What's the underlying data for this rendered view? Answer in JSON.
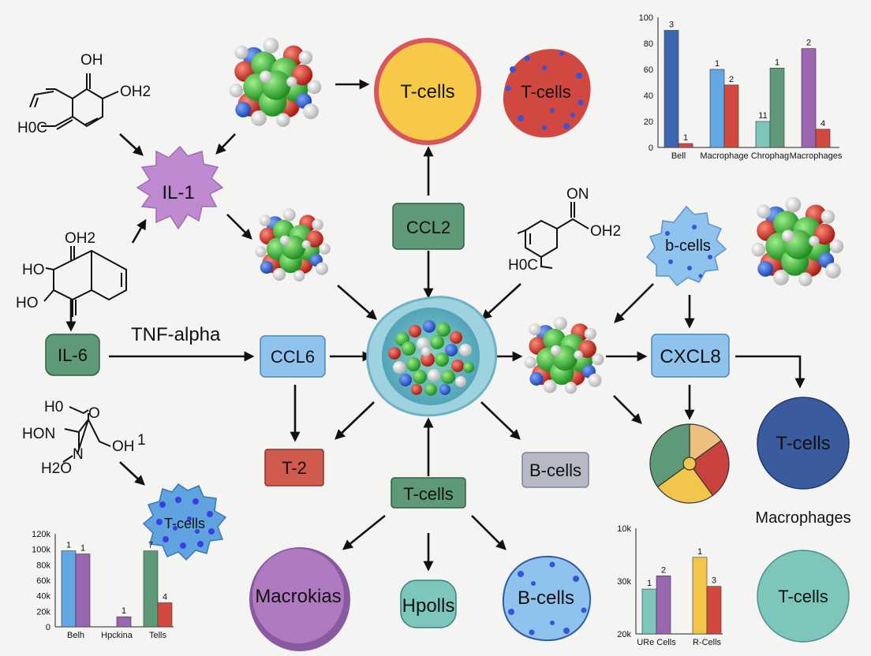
{
  "nodes": {
    "il1": "IL-1",
    "t_cells_yellow": "T-cells",
    "t_cells_red": "T-cells",
    "ccl2": "CCL2",
    "b_cells_top": "b-cells",
    "il6": "IL-6",
    "tnf_alpha": "TNF-alpha",
    "ccl6": "CCL6",
    "cxcl8": "CXCL8",
    "t2": "T-2",
    "b_cells_grey": "B-cells",
    "t_cells_green": "T-cells",
    "t_cells_navy": "T-cells",
    "macrophages": "Macrophages",
    "t_cells_teal": "T-cells",
    "t_cells_blob": "T-cells",
    "macrokias": "Macrokias",
    "hpolls": "Hpolls",
    "b_cells_bottom": "B-cells"
  },
  "molecules": {
    "m1": {
      "oh": "OH",
      "oh2": "OH2",
      "h0c": "H0C"
    },
    "m2": {
      "oh2": "OH2",
      "ho1": "HO",
      "ho2": "HO"
    },
    "m3": {
      "on": "ON",
      "oh2": "OH2",
      "h0c": "H0C"
    },
    "m4": {
      "h0": "H0",
      "o": "O",
      "hon": "HON",
      "n": "N",
      "oh1": "OH",
      "sup": "1",
      "h2o": "H2O"
    }
  },
  "colors": {
    "il1": "#c08ad0",
    "yellow_cell": "#f7c948",
    "red_cell": "#d0483f",
    "green_box": "#5f9a78",
    "blue_box": "#8fc3ee",
    "red_box": "#d05a4e",
    "grey_box": "#b7b9c7",
    "navy": "#3b5b9f",
    "teal": "#7cc6bb",
    "purple": "#b07ac0",
    "blue_dot_cell": "#5fa3e0",
    "atom_green": "#3fbf3a",
    "atom_red": "#d93b2c",
    "atom_white": "#f2f2f2",
    "atom_blue": "#2e66d8"
  },
  "chart_data": [
    {
      "type": "bar",
      "categories": [
        "Bell",
        "Macrophage",
        "Chrophag",
        "Macrophages"
      ],
      "series": [
        {
          "values": [
            90,
            60,
            20,
            76
          ]
        },
        {
          "values": [
            3,
            48,
            61,
            14
          ]
        }
      ],
      "data_labels": [
        [
          "3",
          "1",
          "11",
          "2"
        ],
        [
          "1",
          "2",
          "1",
          "4"
        ]
      ],
      "ylim": [
        0,
        100
      ],
      "yticks": [
        "0",
        "20",
        "40",
        "60",
        "80",
        "100"
      ],
      "colors": [
        [
          "#3d66b0",
          "#63a7e4",
          "#7cc6bb",
          "#9a66b0"
        ],
        [
          "#d24a3f",
          "#d24a3f",
          "#5f9a78",
          "#d24a3f"
        ]
      ]
    },
    {
      "type": "bar",
      "categories": [
        "Belh",
        "Hpckina",
        "Tells"
      ],
      "series": [
        {
          "values": [
            98,
            0,
            98
          ]
        },
        {
          "values": [
            94,
            13,
            31
          ]
        }
      ],
      "data_labels": [
        [
          "1",
          "",
          "7"
        ],
        [
          "1",
          "1",
          "4"
        ]
      ],
      "ylim": [
        0,
        120
      ],
      "yticks": [
        "0",
        "20k",
        "40k",
        "60k",
        "80k",
        "100k",
        "120k"
      ],
      "colors": [
        [
          "#63a7e4",
          "#9a66b0",
          "#5f9a78"
        ],
        [
          "#9a66b0",
          "#9a66b0",
          "#d24a3f"
        ]
      ]
    },
    {
      "type": "bar",
      "categories": [
        "URe Cells",
        "R-Cells"
      ],
      "series": [
        {
          "values": [
            17,
            29
          ]
        },
        {
          "values": [
            22,
            18
          ]
        }
      ],
      "data_labels": [
        [
          "1",
          "1"
        ],
        [
          "2",
          "3"
        ]
      ],
      "ylim": [
        0,
        40
      ],
      "yticks": [
        "20k",
        "30k",
        "10k"
      ],
      "colors": [
        [
          "#7cc6bb",
          "#f3c54a"
        ],
        [
          "#9a66b0",
          "#d24a3f"
        ]
      ]
    },
    {
      "type": "pie",
      "values": [
        15,
        25,
        25,
        35
      ],
      "colors": [
        "#ecc07f",
        "#c9433e",
        "#f0c64c",
        "#5f9a78"
      ]
    }
  ]
}
